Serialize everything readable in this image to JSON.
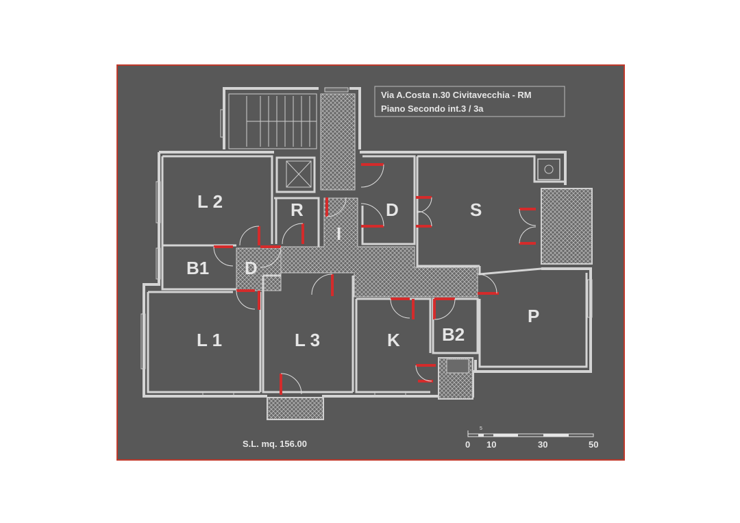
{
  "colors": {
    "page": "#ffffff",
    "board": "#585858",
    "border": "#c0392b",
    "wall": "#d4d4d4",
    "door": "#d42b2b",
    "text": "#e6e6e6"
  },
  "info": {
    "line1": "Via A.Costa n.30  Civitavecchia - RM",
    "line2": "Piano Secondo  int.3 / 3a"
  },
  "rooms": {
    "L2": "L 2",
    "R": "R",
    "I": "I",
    "D_top": "D",
    "S": "S",
    "B1": "B1",
    "D_left": "D",
    "L1": "L 1",
    "L3": "L 3",
    "K": "K",
    "B2": "B2",
    "P": "P"
  },
  "area_label": "S.L. mq. 156.00",
  "scale_bar": {
    "small_label": "5",
    "labels": [
      "0",
      "10",
      "30",
      "50"
    ]
  }
}
